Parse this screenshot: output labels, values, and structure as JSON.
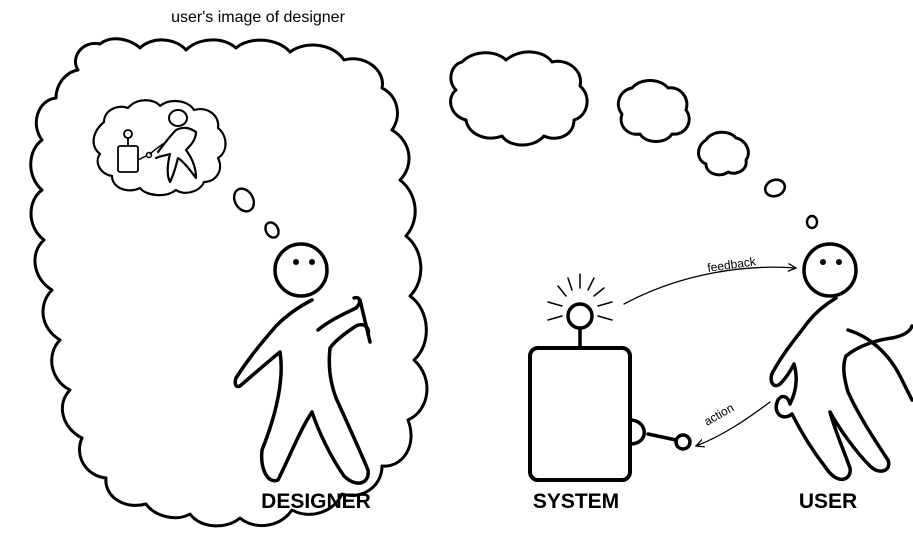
{
  "caption": "user's image of designer",
  "labels": {
    "designer": "DESIGNER",
    "system": "SYSTEM",
    "user": "USER"
  },
  "arrows": {
    "feedback": "feedback",
    "action": "action"
  },
  "colors": {
    "ink": "#000000",
    "background": "#ffffff"
  }
}
